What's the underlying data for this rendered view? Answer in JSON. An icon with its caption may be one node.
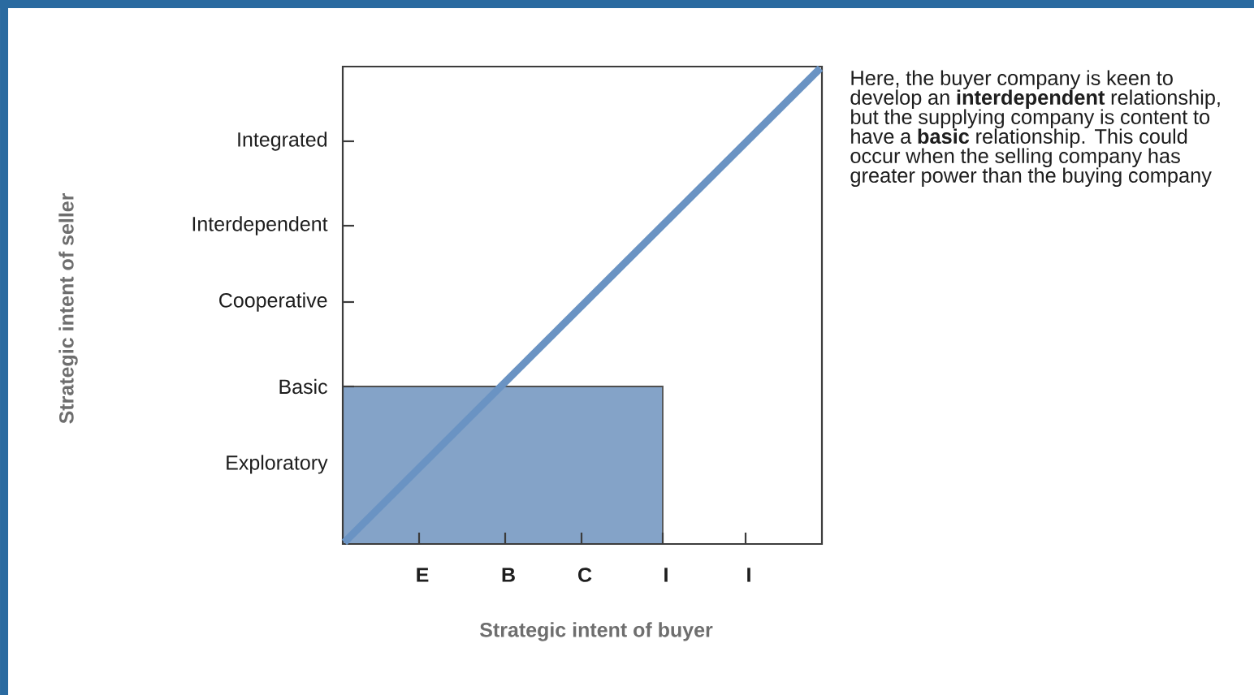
{
  "diagram": {
    "labels": [
      "Integrated",
      "Interdependent",
      "Cooperative",
      "Basic",
      "Exploratory",
      "Strategic intent of seller",
      "E",
      "B",
      "C",
      "I",
      "I",
      "Strategic intent of buyer",
      "Here, the buyer company is keen to develop an **interdependent** relationship, but the supplying company is content to have a **basic** relationship. This could occur when the selling company has greater power than the buying company"
    ]
  }
}
